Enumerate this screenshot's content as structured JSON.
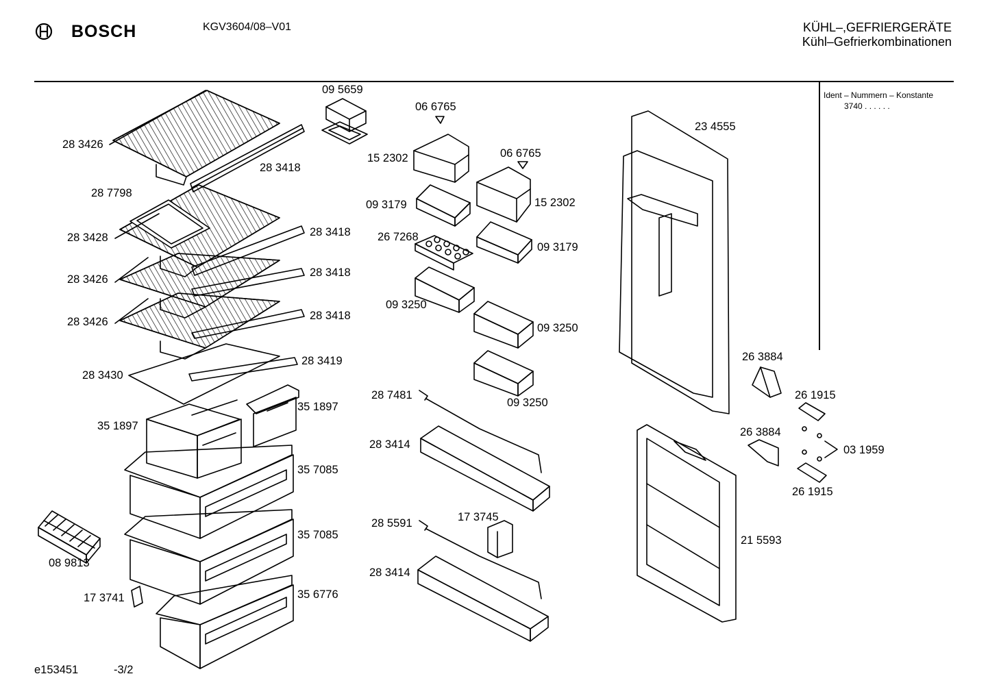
{
  "header": {
    "brand": "BOSCH",
    "model": "KGV3604/08–V01",
    "category_line1": "KÜHL–,GEFRIERGERÄTE",
    "category_line2": "Kühl–Gefrierkombinationen"
  },
  "ident_box": {
    "title": "Ident – Nummern – Konstante",
    "value": "3740  .  .    .  .  .  ."
  },
  "footer": {
    "diagram_id": "e153451",
    "page": "-3/2"
  },
  "labels": {
    "p283426a": "28 3426",
    "p283418a": "28 3418",
    "p287798": "28 7798",
    "p283428": "28 3428",
    "p283418b": "28 3418",
    "p283426b": "28 3426",
    "p283418c": "28 3418",
    "p283426c": "28 3426",
    "p283418d": "28 3418",
    "p283430": "28 3430",
    "p283419": "28 3419",
    "p351897a": "35 1897",
    "p351897b": "35 1897",
    "p357085a": "35 7085",
    "p357085b": "35 7085",
    "p356776": "35 6776",
    "p089813": "08 9813",
    "p173741": "17 3741",
    "p095659": "09 5659",
    "p066765a": "06 6765",
    "p152302a": "15 2302",
    "p066765b": "06 6765",
    "p093179a": "09 3179",
    "p152302b": "15 2302",
    "p267268": "26 7268",
    "p093179b": "09 3179",
    "p093250a": "09 3250",
    "p093250b": "09 3250",
    "p093250c": "09 3250",
    "p287481": "28 7481",
    "p283414a": "28 3414",
    "p173745": "17 3745",
    "p285591": "28 5591",
    "p283414b": "28 3414",
    "p234555": "23 4555",
    "p263884a": "26 3884",
    "p261915a": "26 1915",
    "p263884b": "26 3884",
    "p031959": "03 1959",
    "p261915b": "26 1915",
    "p215593": "21 5593"
  }
}
